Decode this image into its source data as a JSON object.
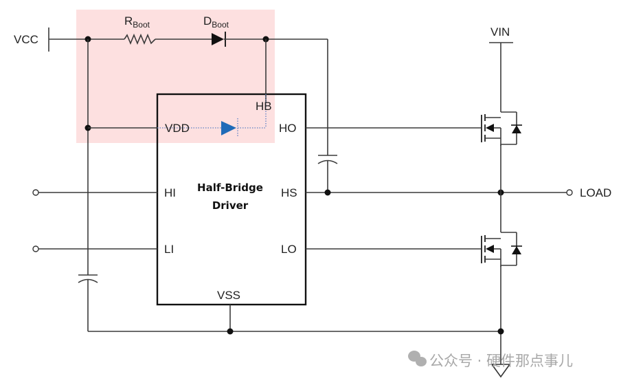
{
  "diagram": {
    "title_line1": "Half-Bridge",
    "title_line2": "Driver",
    "highlight_color": "#fde0e0",
    "internal_diode_color": "#1f6bb8",
    "pins": {
      "hb": "HB",
      "vdd": "VDD",
      "ho": "HO",
      "hi": "HI",
      "hs": "HS",
      "li": "LI",
      "lo": "LO",
      "vss": "VSS"
    },
    "nets": {
      "vcc": "VCC",
      "vin": "VIN",
      "load": "LOAD"
    },
    "components": {
      "rboot_main": "R",
      "rboot_sub": "Boot",
      "dboot_main": "D",
      "dboot_sub": "Boot"
    }
  },
  "watermark": {
    "text": "公众号 · 硬件那点事儿",
    "icon": "wechat-icon"
  }
}
